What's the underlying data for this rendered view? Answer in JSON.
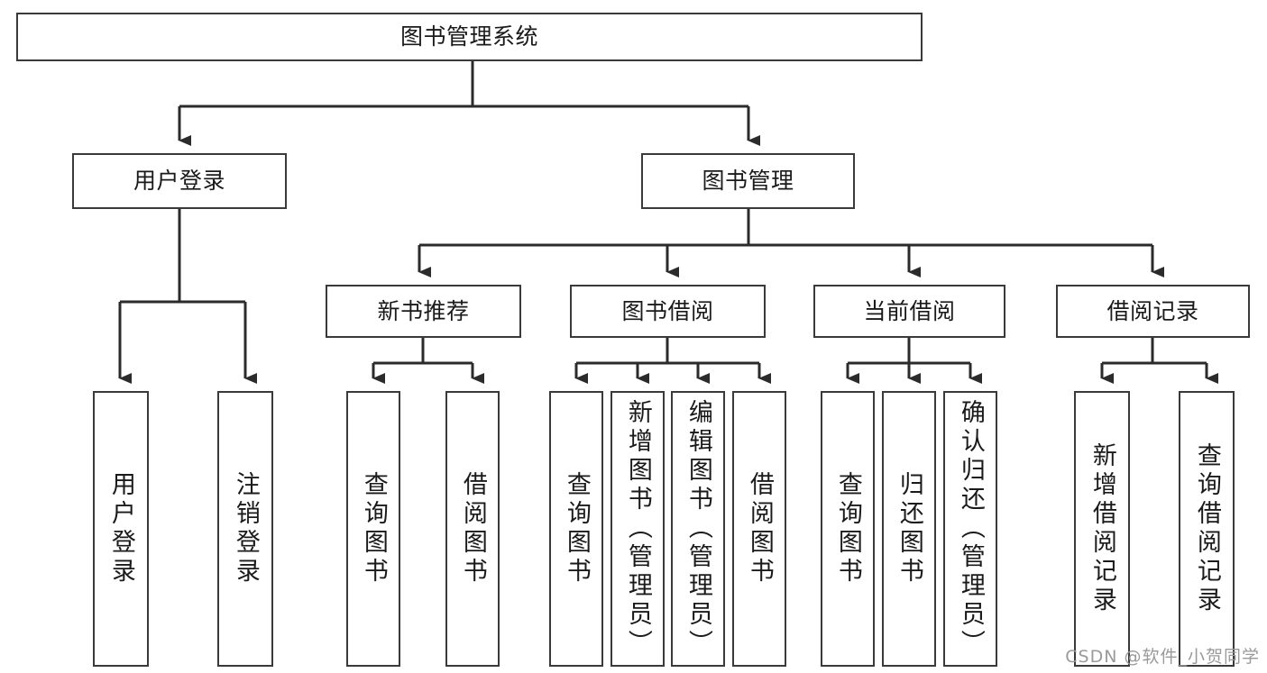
{
  "diagram": {
    "title": "图书管理系统",
    "type": "tree-hierarchy",
    "watermark": "CSDN @软件_小贺同学",
    "colors": {
      "box_border": "#3a3a3a",
      "box_fill": "#ffffff",
      "connector": "#2b2b2b",
      "text": "#1a1a1a",
      "watermark": "#9a9a9a",
      "background": "#ffffff"
    },
    "nodes": {
      "root": {
        "label": "图书管理系统",
        "orientation": "horizontal"
      },
      "level1": [
        {
          "id": "user-login",
          "label": "用户登录",
          "orientation": "horizontal"
        },
        {
          "id": "book-manage",
          "label": "图书管理",
          "orientation": "horizontal"
        }
      ],
      "level2": [
        {
          "id": "new-book-recommend",
          "label": "新书推荐",
          "orientation": "horizontal"
        },
        {
          "id": "book-borrow",
          "label": "图书借阅",
          "orientation": "horizontal"
        },
        {
          "id": "current-borrow",
          "label": "当前借阅",
          "orientation": "horizontal"
        },
        {
          "id": "borrow-record",
          "label": "借阅记录",
          "orientation": "horizontal"
        }
      ],
      "leaves": {
        "user-login": [
          {
            "id": "leaf-user-login",
            "label": "用户登录",
            "orientation": "vertical"
          },
          {
            "id": "leaf-logout-login",
            "label": "注销登录",
            "orientation": "vertical"
          }
        ],
        "new-book-recommend": [
          {
            "id": "leaf-query-book-1",
            "label": "查询图书",
            "orientation": "vertical"
          },
          {
            "id": "leaf-borrow-book-1",
            "label": "借阅图书",
            "orientation": "vertical"
          }
        ],
        "book-borrow": [
          {
            "id": "leaf-query-book-2",
            "label": "查询图书",
            "orientation": "vertical"
          },
          {
            "id": "leaf-add-book",
            "label": "新增图书（管理员）",
            "orientation": "vertical"
          },
          {
            "id": "leaf-edit-book",
            "label": "编辑图书（管理员）",
            "orientation": "vertical"
          },
          {
            "id": "leaf-borrow-book-2",
            "label": "借阅图书",
            "orientation": "vertical"
          }
        ],
        "current-borrow": [
          {
            "id": "leaf-query-book-3",
            "label": "查询图书",
            "orientation": "vertical"
          },
          {
            "id": "leaf-return-book",
            "label": "归还图书",
            "orientation": "vertical"
          },
          {
            "id": "leaf-confirm-return",
            "label": "确认归还（管理员）",
            "orientation": "vertical"
          }
        ],
        "borrow-record": [
          {
            "id": "leaf-add-record",
            "label": "新增借阅记录",
            "orientation": "vertical"
          },
          {
            "id": "leaf-query-record",
            "label": "查询借阅记录",
            "orientation": "vertical"
          }
        ]
      }
    }
  }
}
